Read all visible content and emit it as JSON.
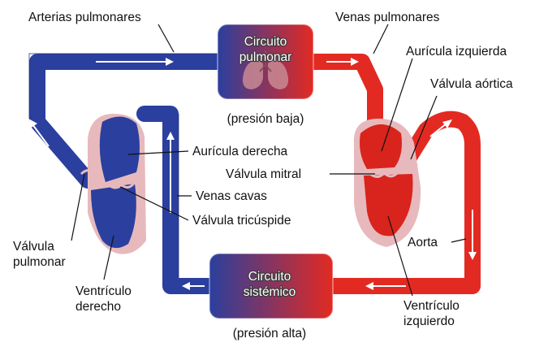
{
  "labels": {
    "pulmonary_arteries": "Arterias pulmonares",
    "pulmonary_veins": "Venas pulmonares",
    "left_atrium": "Aurícula izquierda",
    "aortic_valve": "Válvula aórtica",
    "right_atrium": "Aurícula derecha",
    "mitral_valve": "Válvula mitral",
    "vena_cava": "Venas cavas",
    "tricuspid_valve": "Válvula tricúspide",
    "pulmonary_valve_l1": "Válvula",
    "pulmonary_valve_l2": "pulmonar",
    "right_ventricle_l1": "Ventrículo",
    "right_ventricle_l2": "derecho",
    "aorta": "Aorta",
    "left_ventricle_l1": "Ventrículo",
    "left_ventricle_l2": "izquierdo",
    "pulmonary_circuit_l1": "Circuito",
    "pulmonary_circuit_l2": "pulmonar",
    "pulmonary_pressure": "(presión baja)",
    "systemic_circuit_l1": "Circuito",
    "systemic_circuit_l2": "sistémico",
    "systemic_pressure": "(presión alta)"
  },
  "colors": {
    "deoxygenated": "#2b3f9e",
    "oxygenated": "#e32a22",
    "heart_tissue": "#e7b9bd",
    "arrow": "#ffffff"
  }
}
